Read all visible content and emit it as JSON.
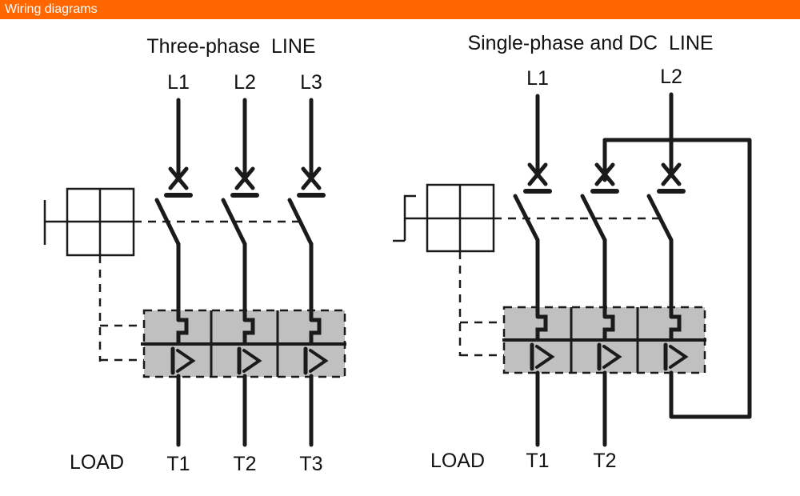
{
  "header": {
    "title": "Wiring diagrams",
    "color": "#ff6600"
  },
  "left_diagram": {
    "title": "Three-phase  LINE",
    "line_labels": [
      "L1",
      "L2",
      "L3"
    ],
    "load_label": "LOAD",
    "terminal_labels": [
      "T1",
      "T2",
      "T3"
    ]
  },
  "right_diagram": {
    "title": "Single-phase and DC  LINE",
    "line_labels": [
      "L1",
      "L2"
    ],
    "load_label": "LOAD",
    "terminal_labels": [
      "T1",
      "T2"
    ]
  },
  "colors": {
    "line": "#1a1a1a",
    "trip_unit_fill": "#c0c0c0"
  }
}
